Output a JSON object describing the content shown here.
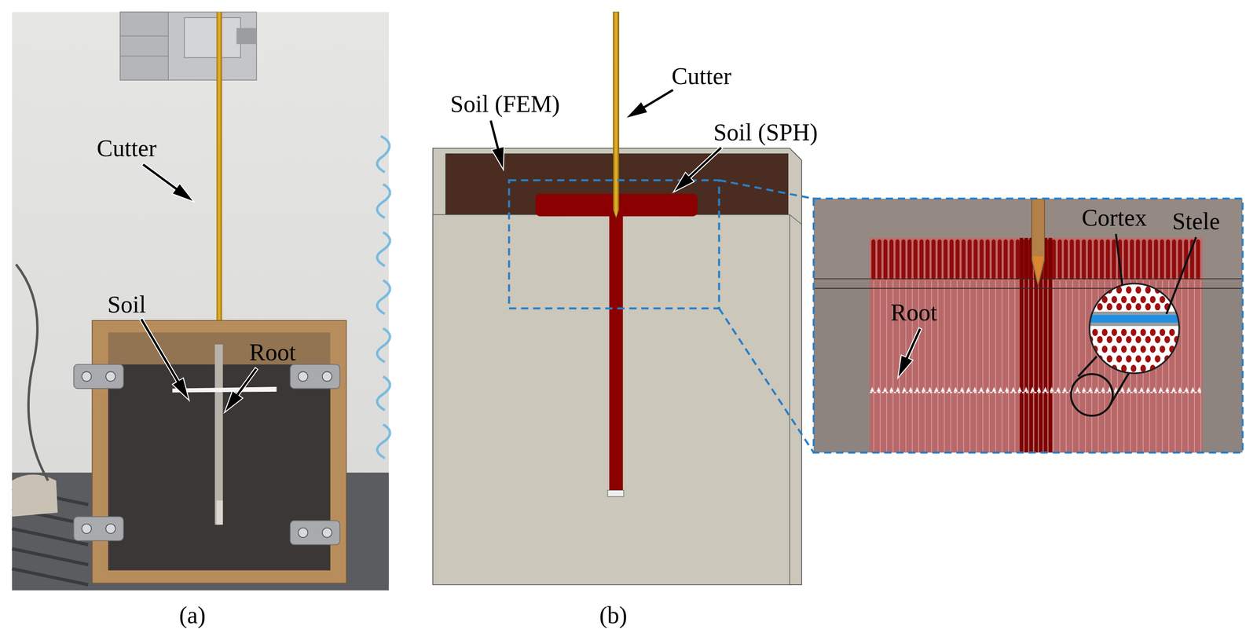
{
  "diagram": {
    "labels": [
      "Cutter",
      "Soil",
      "Root",
      "(a)",
      "Soil (FEM)",
      "Cutter",
      "Soil (SPH)",
      "Cortex",
      "Stele",
      "Root",
      "(b)"
    ]
  }
}
